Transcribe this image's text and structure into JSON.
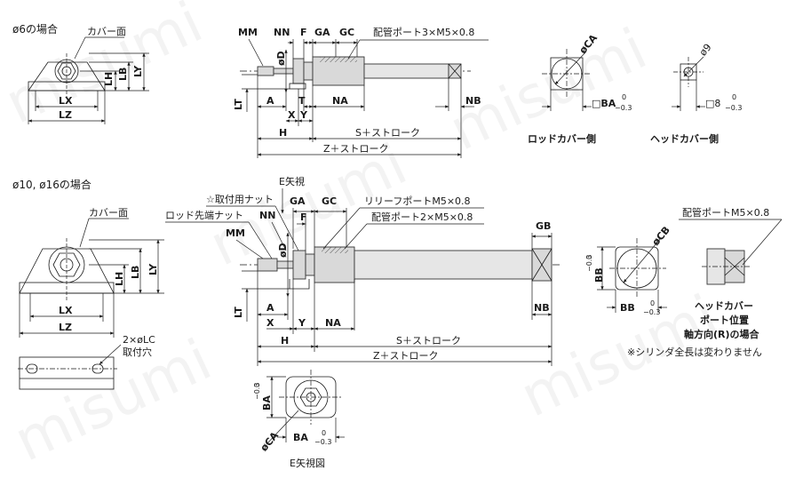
{
  "sections": {
    "s6": "ø6の場合",
    "s10": "ø10, ø16の場合"
  },
  "labels": {
    "cover_face": "カバー面",
    "MM": "MM",
    "NN": "NN",
    "F": "F",
    "GA": "GA",
    "GC": "GC",
    "D": "øD",
    "CA": "øCA",
    "phi9": "ø9",
    "CB": "øCB",
    "LH": "LH",
    "LB": "LB",
    "LY": "LY",
    "LX": "LX",
    "LZ": "LZ",
    "LT": "LT",
    "A": "A",
    "X": "X",
    "Y": "Y",
    "T": "T",
    "H": "H",
    "NA": "NA",
    "NB": "NB",
    "GB": "GB",
    "BA": "BA",
    "BB": "BB",
    "BA_prefix": "□",
    "tol_top": "0",
    "tol_bot": "−0.3",
    "sq8": "□8",
    "LC": "2×øLC",
    "LC_sub": "取付穴",
    "port3": "配管ポート3×M5×0.8",
    "port2": "配管ポート2×M5×0.8",
    "relief": "リリーフポートM5×0.8",
    "port1": "配管ポートM5×0.8",
    "S_stroke": "S＋ストローク",
    "Z_stroke": "Z＋ストローク",
    "rod_cover": "ロッドカバー側",
    "head_cover": "ヘッドカバー側",
    "e_view": "E矢視",
    "e_view_fig": "E矢視図",
    "mount_nut": "☆取付用ナット",
    "rod_nut": "ロッド先端ナット",
    "head_note_1": "ヘッドカバー",
    "head_note_2": "ポート位置",
    "head_note_3": "軸方向(R)の場合",
    "note": "※シリンダ全長は変わりません",
    "watermark": "misumi"
  },
  "colors": {
    "line": "#1a1a1a",
    "body": "#d9d9d9",
    "background": "#ffffff"
  }
}
